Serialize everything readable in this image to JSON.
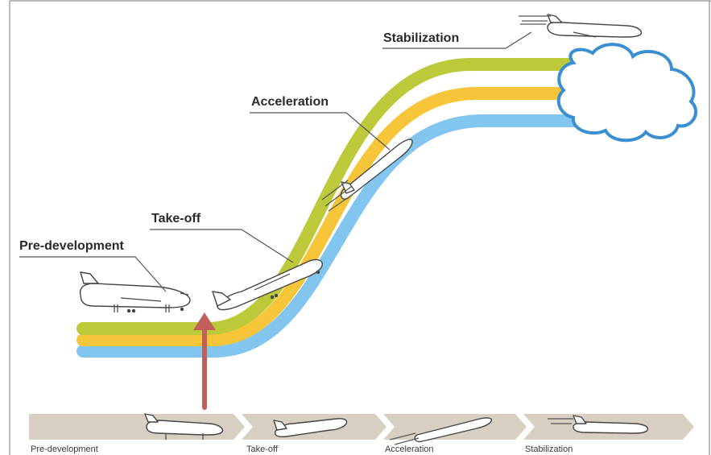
{
  "diagram": {
    "labels": {
      "pre_development": "Pre-development",
      "take_off": "Take-off",
      "acceleration": "Acceleration",
      "stabilization": "Stabilization"
    },
    "bottom_bar": {
      "stages": [
        "Pre-development",
        "Take-off",
        "Acceleration",
        "Stabilization"
      ]
    },
    "colors": {
      "band_green": "#bcc93a",
      "band_yellow": "#f6c53a",
      "band_blue": "#82c5ee",
      "cloud_stroke": "#3a8fd0",
      "arrow": "#c1605a",
      "bottom_bar": "#d6cfc2",
      "frame": "#5a5a5a"
    }
  }
}
